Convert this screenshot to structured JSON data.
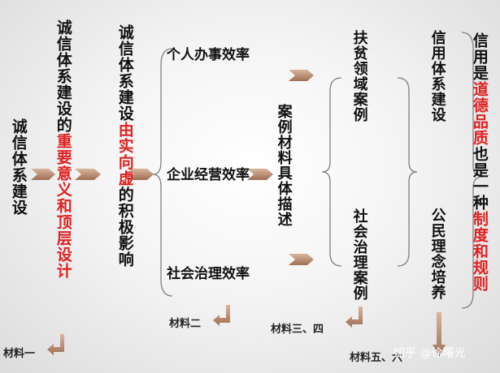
{
  "nodes": {
    "col1": "诚信体系建设",
    "col2_prefix": "诚信体系建设的",
    "col2_red": "重要意义和顶层设计",
    "col3_prefix": "诚信体系建设",
    "col3_red": "由实向虚",
    "col3_suffix": "的积极影响",
    "effects": [
      "个人办事效率",
      "企业经营效率",
      "社会治理效率"
    ],
    "case_desc": "案例材料具体描述",
    "case_top": "扶贫领域案例",
    "case_bottom": "社会治理案例",
    "col_credit": "信用体系建设",
    "col_citizen": "公民理念培养",
    "final_1": "信用是",
    "final_red1": "道德品质",
    "final_2": "也是一种",
    "final_red2": "制度和规则"
  },
  "materials": {
    "m1": "材料一",
    "m2": "材料二",
    "m34": "材料三、四",
    "m5": "材料五、六"
  },
  "watermark": "知乎 @徐曙光",
  "colors": {
    "accent_red": "#e02020",
    "arrow": "#b98a6e",
    "line": "#7f7f7f"
  }
}
